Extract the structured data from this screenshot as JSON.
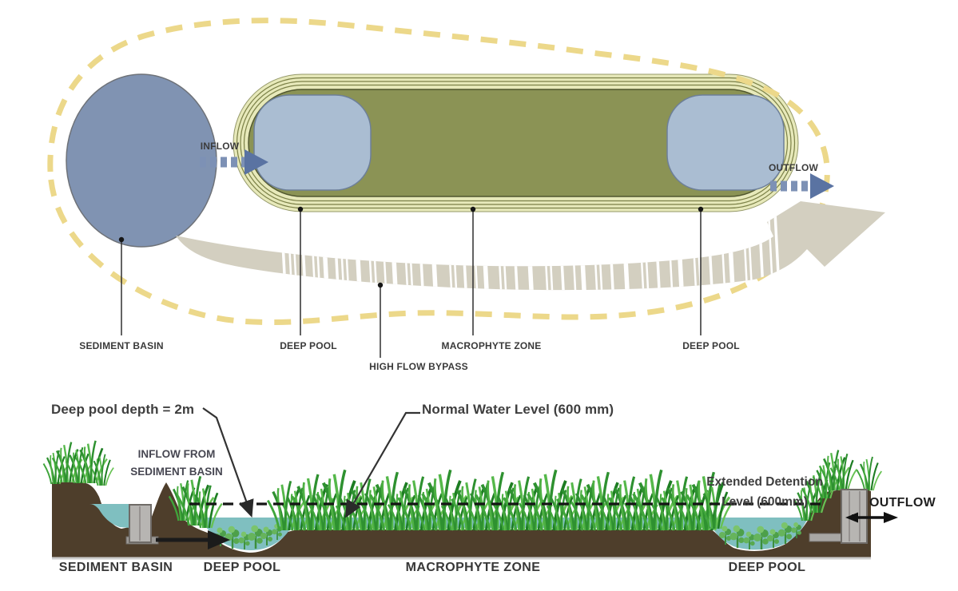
{
  "plan": {
    "inflow": "INFLOW",
    "outflow": "OUTFLOW",
    "sediment_basin": "SEDIMENT BASIN",
    "deep_pool_left": "DEEP POOL",
    "high_flow_bypass": "HIGH FLOW BYPASS",
    "macrophyte_zone": "MACROPHYTE ZONE",
    "deep_pool_right": "DEEP POOL"
  },
  "section": {
    "deep_pool_depth": "Deep pool depth = 2m",
    "normal_water_level": "Normal Water Level (600 mm)",
    "inflow_from_1": "INFLOW FROM",
    "inflow_from_2": "SEDIMENT BASIN",
    "extended_detention_1": "Extended Detention",
    "extended_detention_2": "Level (600mm)",
    "outflow": "OUTFLOW",
    "sediment_basin": "SEDIMENT BASIN",
    "deep_pool_left": "DEEP POOL",
    "macrophyte_zone": "MACROPHYTE ZONE",
    "deep_pool_right": "DEEP POOL"
  },
  "colors": {
    "dashed_boundary": "#ecd88a",
    "basin_blue": "#8093b2",
    "pool_blue": "#aabdd2",
    "wetland_olive": "#8b9355",
    "ring_band": "#e7e9ba",
    "bypass_beige": "#d3cfc0",
    "flow_arrow_blue": "#5a73a2",
    "flow_dash_blue": "#7d91b5",
    "soil_brown": "#4e3e2b",
    "water_teal": "#7fbfc0",
    "grass_green": "#3da238",
    "riser_gray": "#b7b5b2"
  }
}
